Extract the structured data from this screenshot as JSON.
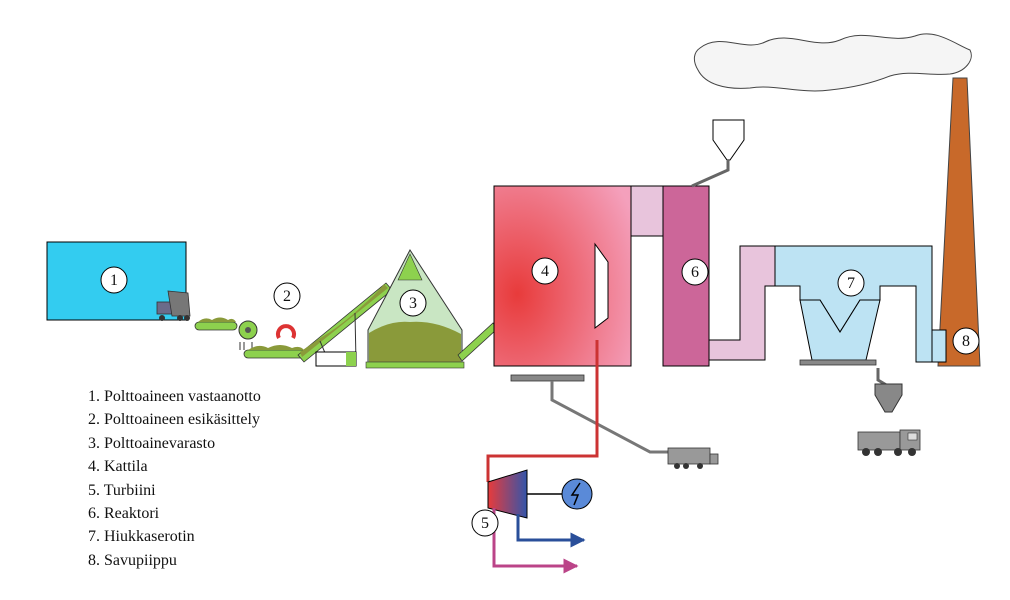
{
  "legend": [
    {
      "num": "1",
      "label": "Polttoaineen vastaanotto"
    },
    {
      "num": "2",
      "label": "Polttoaineen esikäsittely"
    },
    {
      "num": "3",
      "label": "Polttoainevarasto"
    },
    {
      "num": "4",
      "label": "Kattila"
    },
    {
      "num": "5",
      "label": "Turbiini"
    },
    {
      "num": "6",
      "label": "Reaktori"
    },
    {
      "num": "7",
      "label": "Hiukkaserotin"
    },
    {
      "num": "8",
      "label": "Savupiippu"
    }
  ],
  "colors": {
    "reception": "#33ccf0",
    "conveyor": "#8dd14e",
    "fuel_pile": "#8a9a3a",
    "storage_fill": "#c9e6c3",
    "boiler_center": "#e83b3b",
    "boiler_edge": "#f4a0bc",
    "duct": "#e8c4dc",
    "reactor": "#cc6699",
    "separator": "#bde3f3",
    "chimney": "#c8692a",
    "steam_line": "#cc3333",
    "turbine_start": "#e83b3b",
    "turbine_end": "#3355aa",
    "water_line": "#2a4f9a",
    "heat_line": "#bb4488",
    "generator": "#5a8ad8",
    "truck": "#888888"
  },
  "icons": [
    "truck-icon",
    "magnet-icon",
    "lightning-icon",
    "smoke-cloud-icon",
    "hopper-icon"
  ]
}
